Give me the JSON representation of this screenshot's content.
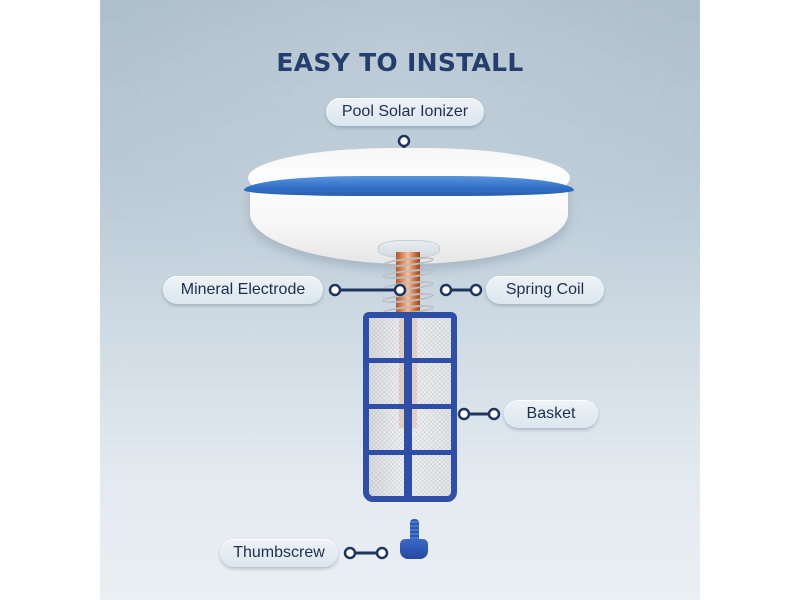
{
  "title": "EASY TO INSTALL",
  "colors": {
    "title": "#243f6e",
    "accent_blue": "#3b78c9",
    "basket_blue": "#2f4ea8",
    "connector": "#1f3560",
    "copper": "#d07846"
  },
  "callouts": [
    {
      "id": "pool-solar-ionizer",
      "label": "Pool Solar Ionizer"
    },
    {
      "id": "mineral-electrode",
      "label": "Mineral Electrode"
    },
    {
      "id": "spring-coil",
      "label": "Spring Coil"
    },
    {
      "id": "basket",
      "label": "Basket"
    },
    {
      "id": "thumbscrew",
      "label": "Thumbscrew"
    }
  ]
}
